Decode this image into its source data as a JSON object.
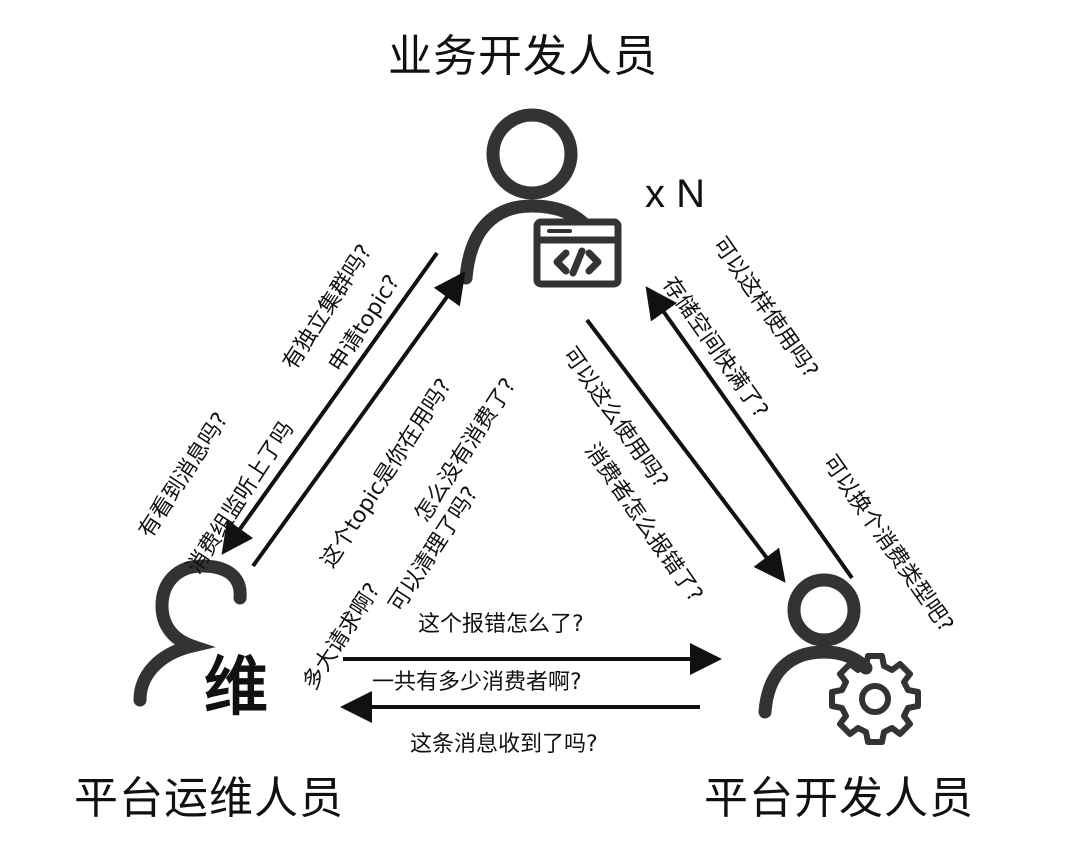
{
  "roles": {
    "business_dev": "业务开发人员",
    "platform_ops": "平台运维人员",
    "platform_dev": "平台开发人员",
    "multiplier": "x N",
    "ops_glyph": "维"
  },
  "questions": {
    "dev_to_ops": [
      "有看到消息吗?",
      "有独立集群吗?",
      "消费组监听上了吗",
      "申请topic?"
    ],
    "ops_to_dev": [
      "这个topic是你在用吗?",
      "怎么没有消费了?",
      "多大请求啊?",
      "可以清理了吗?"
    ],
    "dev_to_plat": [
      "可以这么使用吗?",
      "消费者怎么报错了?"
    ],
    "plat_to_dev": [
      "可以这样使用吗?",
      "存储空间快满了?",
      "可以换个消费类型吧?"
    ],
    "ops_to_plat": [
      "这个报错怎么了?",
      "一共有多少消费者啊?"
    ],
    "plat_to_ops": [
      "这条消息收到了吗?"
    ]
  },
  "icons": {
    "business_dev": "person-with-code-window-icon",
    "platform_ops": "person-outline-icon",
    "platform_dev": "person-with-gear-icon",
    "code": "code-brackets-icon"
  }
}
